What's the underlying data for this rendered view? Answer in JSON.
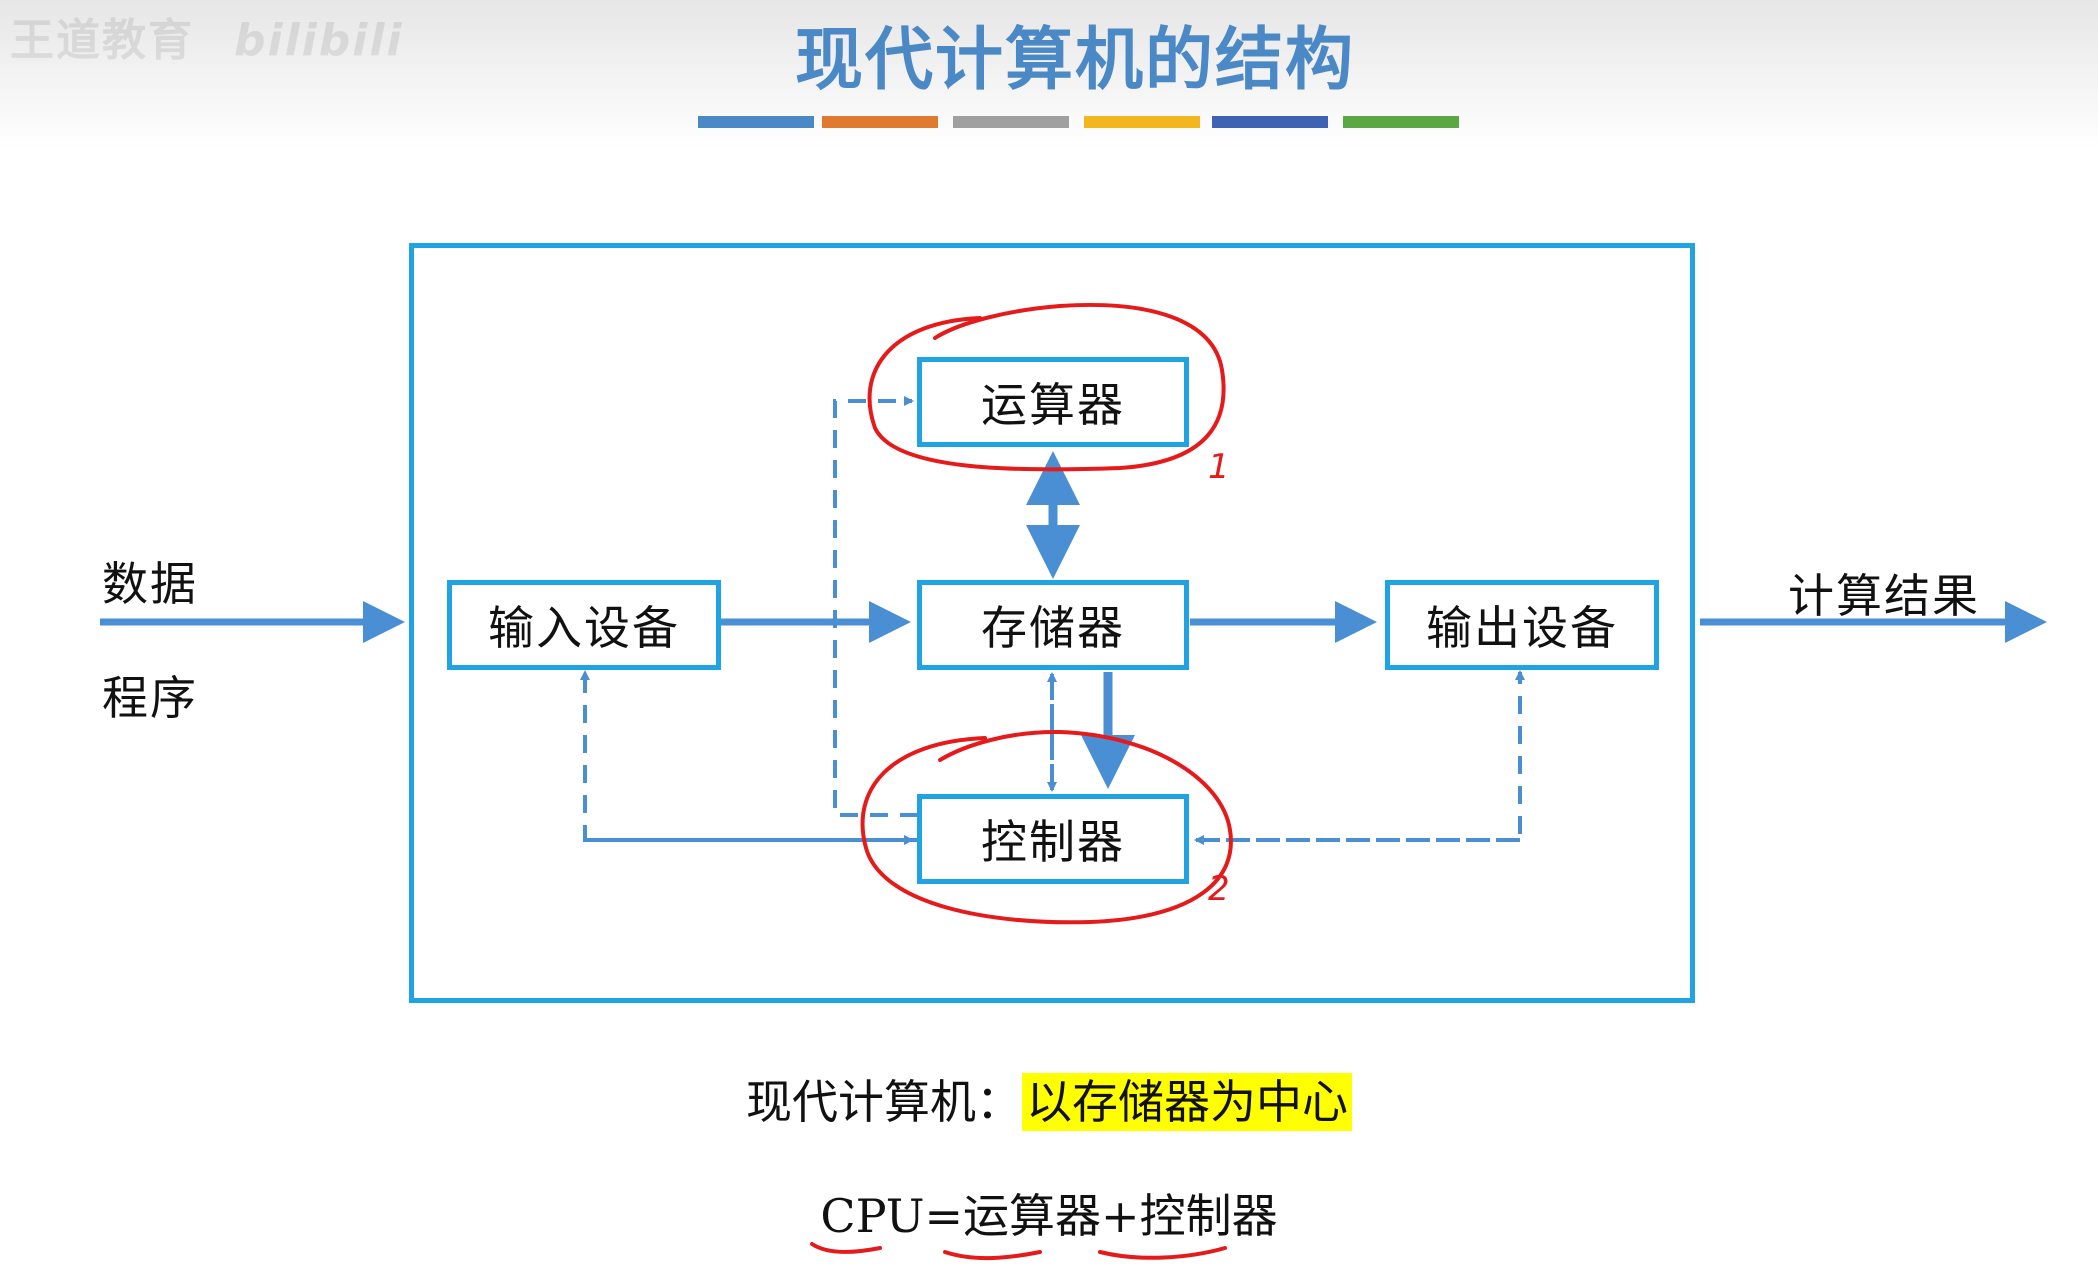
{
  "header": {
    "watermark": "王道教育",
    "watermark_logo": "bilibili",
    "title": "现代计算机的结构",
    "bar_colors": [
      "#4a88c6",
      "#e07a2f",
      "#a0a0a0",
      "#f2b71f",
      "#3e63b2",
      "#5ba743"
    ]
  },
  "diagram": {
    "inputs_label_1": "数据",
    "inputs_label_2": "程序",
    "output_label": "计算结果",
    "units": {
      "input_device": "输入设备",
      "alu": "运算器",
      "memory": "存储器",
      "control_unit": "控制器",
      "output_device": "输出设备"
    },
    "annotation_1": "1",
    "annotation_2": "2",
    "colors": {
      "frame": "#1fa3e2",
      "arrow": "#4a8fd4",
      "annotation": "#e51a1a"
    }
  },
  "captions": {
    "line1_prefix": "现代计算机：",
    "line1_highlight": "以存储器为中心",
    "line2": "CPU=运算器+控制器"
  }
}
